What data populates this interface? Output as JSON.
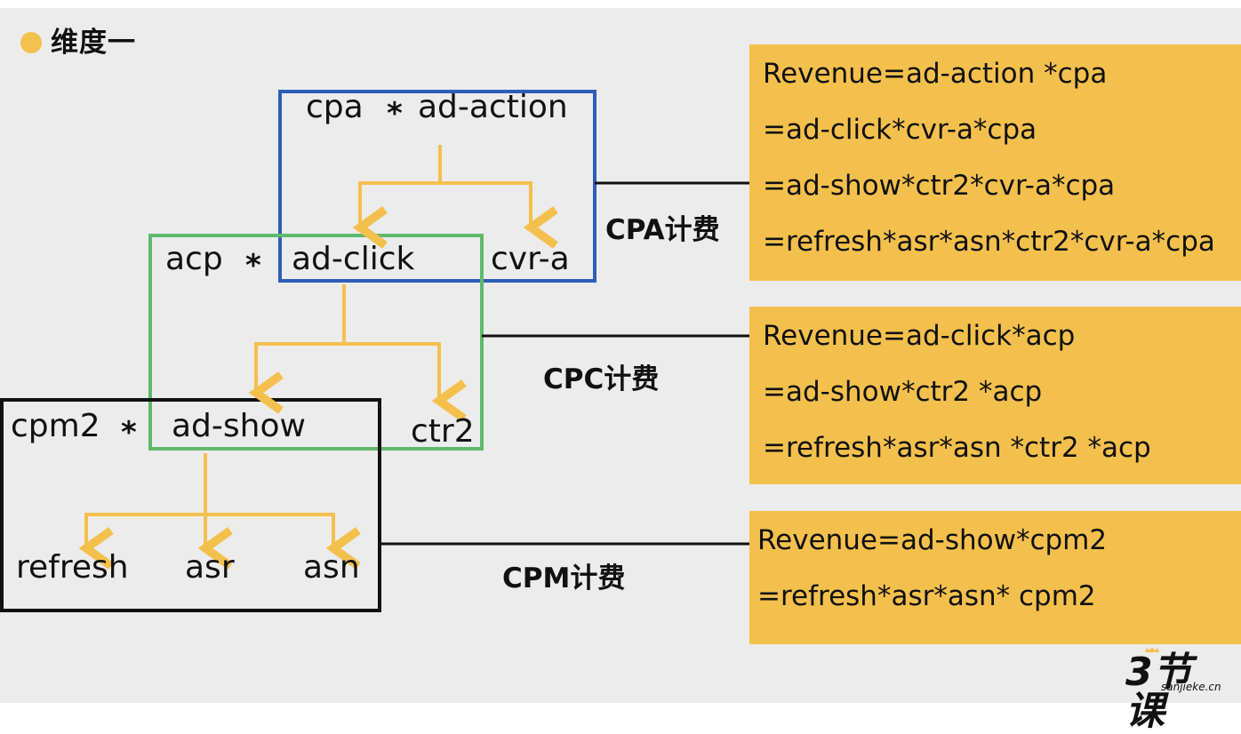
{
  "title": "维度一",
  "tree": {
    "cpa_level": {
      "left": "cpa",
      "op": "*",
      "right": "ad-action"
    },
    "acp_level": {
      "left": "acp",
      "op": "*",
      "right": "ad-click",
      "extra": "cvr-a"
    },
    "cpm2_level": {
      "left": "cpm2",
      "op": "*",
      "right": "ad-show",
      "extra": "ctr2"
    },
    "leaves": [
      "refresh",
      "asr",
      "asn"
    ]
  },
  "billing": {
    "cpa": {
      "label": "CPA计费",
      "formulas": [
        "Revenue=ad-action *cpa",
        "=ad-click*cvr-a*cpa",
        "=ad-show*ctr2*cvr-a*cpa",
        "=refresh*asr*asn*ctr2*cvr-a*cpa"
      ]
    },
    "cpc": {
      "label": "CPC计费",
      "formulas": [
        "Revenue=ad-click*acp",
        "=ad-show*ctr2 *acp",
        "=refresh*asr*asn *ctr2 *acp"
      ]
    },
    "cpm": {
      "label": "CPM计费",
      "formulas": [
        "Revenue=ad-show*cpm2",
        "=refresh*asr*asn* cpm2"
      ]
    }
  },
  "logo": {
    "main": "3节课",
    "sub": "sanjieke.cn"
  },
  "colors": {
    "background": "#ececec",
    "accent_yellow": "#f4c04d",
    "blue_box": "#2e5db8",
    "green_box": "#5fba6c",
    "black_box": "#111111",
    "arrow": "#f4c04d"
  }
}
